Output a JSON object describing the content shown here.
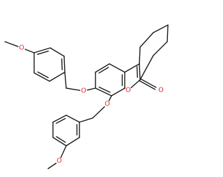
{
  "molecule": {
    "bond_color": "#1a1a1a",
    "oxygen_color": "#e8262b",
    "atom_labels": [
      {
        "id": "o-methoxy-top",
        "text": "O"
      },
      {
        "id": "o-ether-upper",
        "text": "O"
      },
      {
        "id": "o-ether-lower",
        "text": "O"
      },
      {
        "id": "o-lactone-ring",
        "text": "O"
      },
      {
        "id": "o-carbonyl",
        "text": "O"
      },
      {
        "id": "o-methoxy-bottom",
        "text": "O"
      }
    ]
  }
}
